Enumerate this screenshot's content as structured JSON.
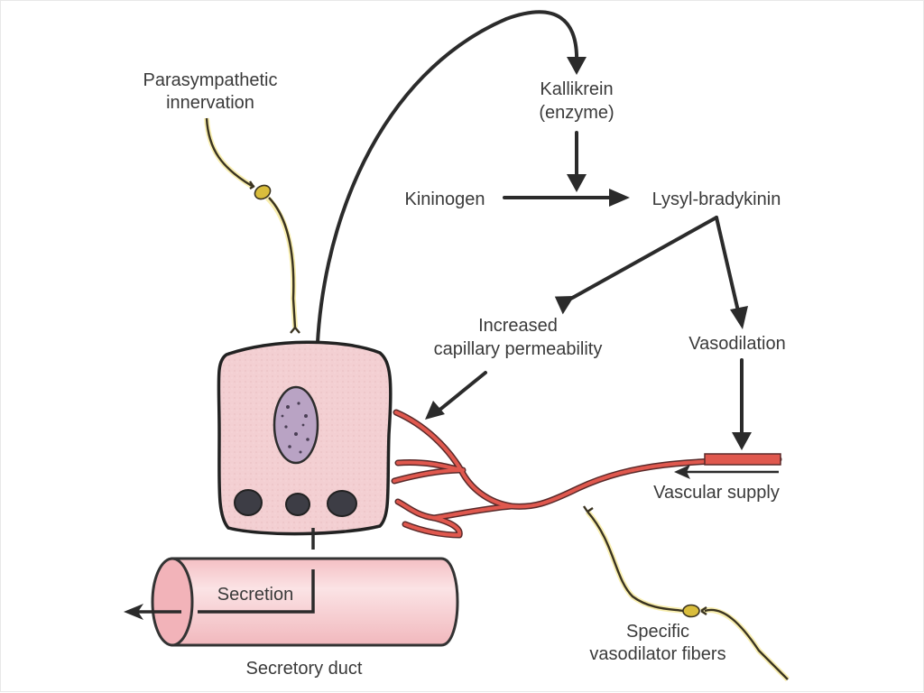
{
  "diagram": {
    "labels": {
      "parasympathetic_line1": "Parasympathetic",
      "parasympathetic_line2": "innervation",
      "kallikrein_line1": "Kallikrein",
      "kallikrein_line2": "(enzyme)",
      "kininogen": "Kininogen",
      "lysyl_bradykinin": "Lysyl-bradykinin",
      "permeability_line1": "Increased",
      "permeability_line2": "capillary permeability",
      "vasodilation": "Vasodilation",
      "vascular_supply": "Vascular supply",
      "secretion": "Secretion",
      "secretory_duct": "Secretory duct",
      "vasodilator_line1": "Specific",
      "vasodilator_line2": "vasodilator fibers"
    },
    "colors": {
      "cell_fill": "#f3cfd2",
      "nucleus_fill": "#b9a3c4",
      "granule_fill": "#3d3d45",
      "duct_fill": "#f6c9cc",
      "vessel_red": "#e0584e",
      "nerve_yellow": "#f3e27a",
      "arrow_dark": "#2b2b2b"
    }
  }
}
